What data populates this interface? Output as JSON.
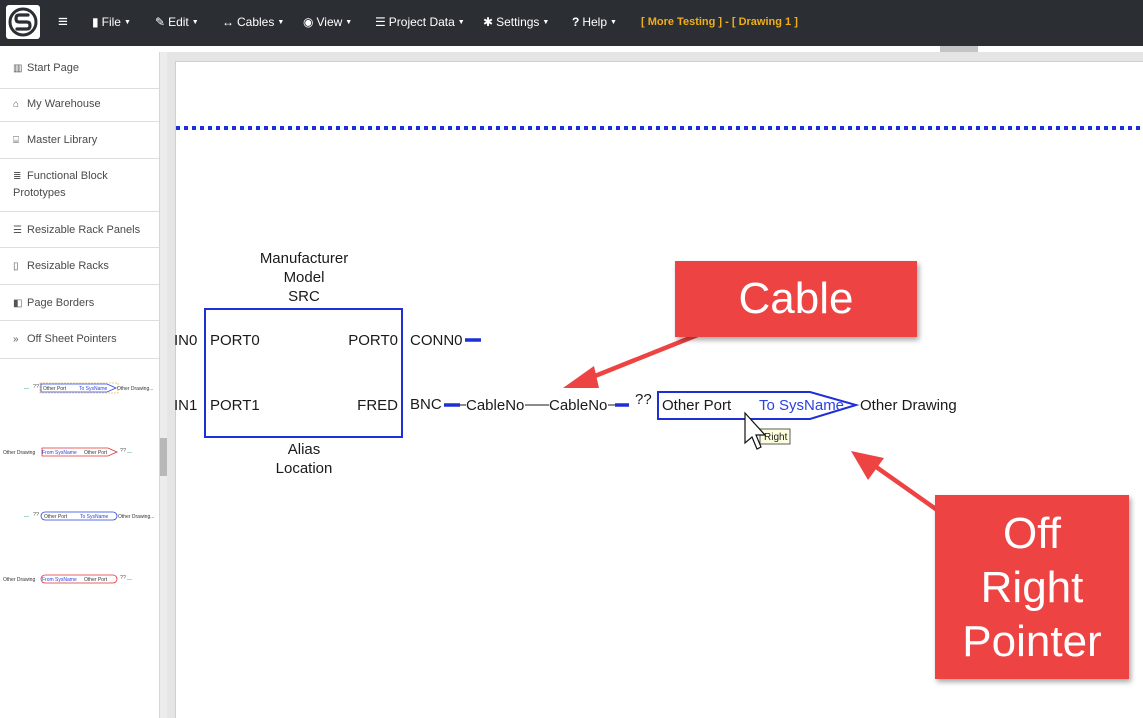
{
  "navbar": {
    "logo_icon": "logo-s-icon",
    "menu": [
      {
        "label": "File",
        "icon": "file-icon"
      },
      {
        "label": "Edit",
        "icon": "edit-icon"
      },
      {
        "label": "Cables",
        "icon": "arrows-icon"
      },
      {
        "label": "View",
        "icon": "eye-icon"
      },
      {
        "label": "Project Data",
        "icon": "database-icon"
      },
      {
        "label": "Settings",
        "icon": "gear-icon"
      },
      {
        "label": "Help",
        "icon": "question-icon"
      }
    ],
    "title": "[ More Testing ] - [ Drawing 1 ]",
    "title_color": "#f0ad1c"
  },
  "sidebar": {
    "items": [
      {
        "label": "Start Page",
        "icon": "columns-icon"
      },
      {
        "label": "My Warehouse",
        "icon": "warehouse-icon"
      },
      {
        "label": "Master Library",
        "icon": "bank-icon"
      },
      {
        "label": "Functional Block Prototypes",
        "icon": "stack-icon"
      },
      {
        "label": "Resizable Rack Panels",
        "icon": "server-icon"
      },
      {
        "label": "Resizable Racks",
        "icon": "rack-icon"
      },
      {
        "label": "Page Borders",
        "icon": "book-icon"
      },
      {
        "label": "Off Sheet Pointers",
        "icon": "double-chevron-icon"
      }
    ],
    "pointer_thumbs": [
      {
        "q": "??",
        "port": "Other Port",
        "sys": "To SysName",
        "drawing": "Other Drawing..."
      },
      {
        "drawing": "Other Drawing",
        "sys": "From SysName",
        "port": "Other Port",
        "q": "??"
      },
      {
        "q": "??",
        "port": "Other Port",
        "sys": "To SysName",
        "drawing": "Other Drawing..."
      },
      {
        "drawing": "Other Drawing",
        "sys": "From SysName",
        "port": "Other Port",
        "q": "??"
      }
    ]
  },
  "drawing": {
    "device": {
      "header": [
        "Manufacturer",
        "Model",
        "SRC"
      ],
      "footer": [
        "Alias",
        "Location"
      ],
      "left_ports": [
        "PORT0",
        "PORT1"
      ],
      "right_ports": [
        "PORT0",
        "FRED"
      ],
      "left_outside": [
        "IN0",
        "IN1"
      ],
      "right_connectors": [
        "CONN0",
        "BNC"
      ]
    },
    "cable_labels": [
      "CableNo",
      "CableNo"
    ],
    "unknown_marker": "??",
    "pointer": {
      "port": "Other Port",
      "sysname": "To SysName",
      "drawing": "Other Drawing"
    },
    "tooltip": "Right",
    "colors": {
      "wire": "#1f2fd6",
      "label_blue": "#2a43e0"
    }
  },
  "callouts": {
    "cable": "Cable",
    "pointer_lines": [
      "Off",
      "Right",
      "Pointer"
    ],
    "color": "#ee4343"
  }
}
